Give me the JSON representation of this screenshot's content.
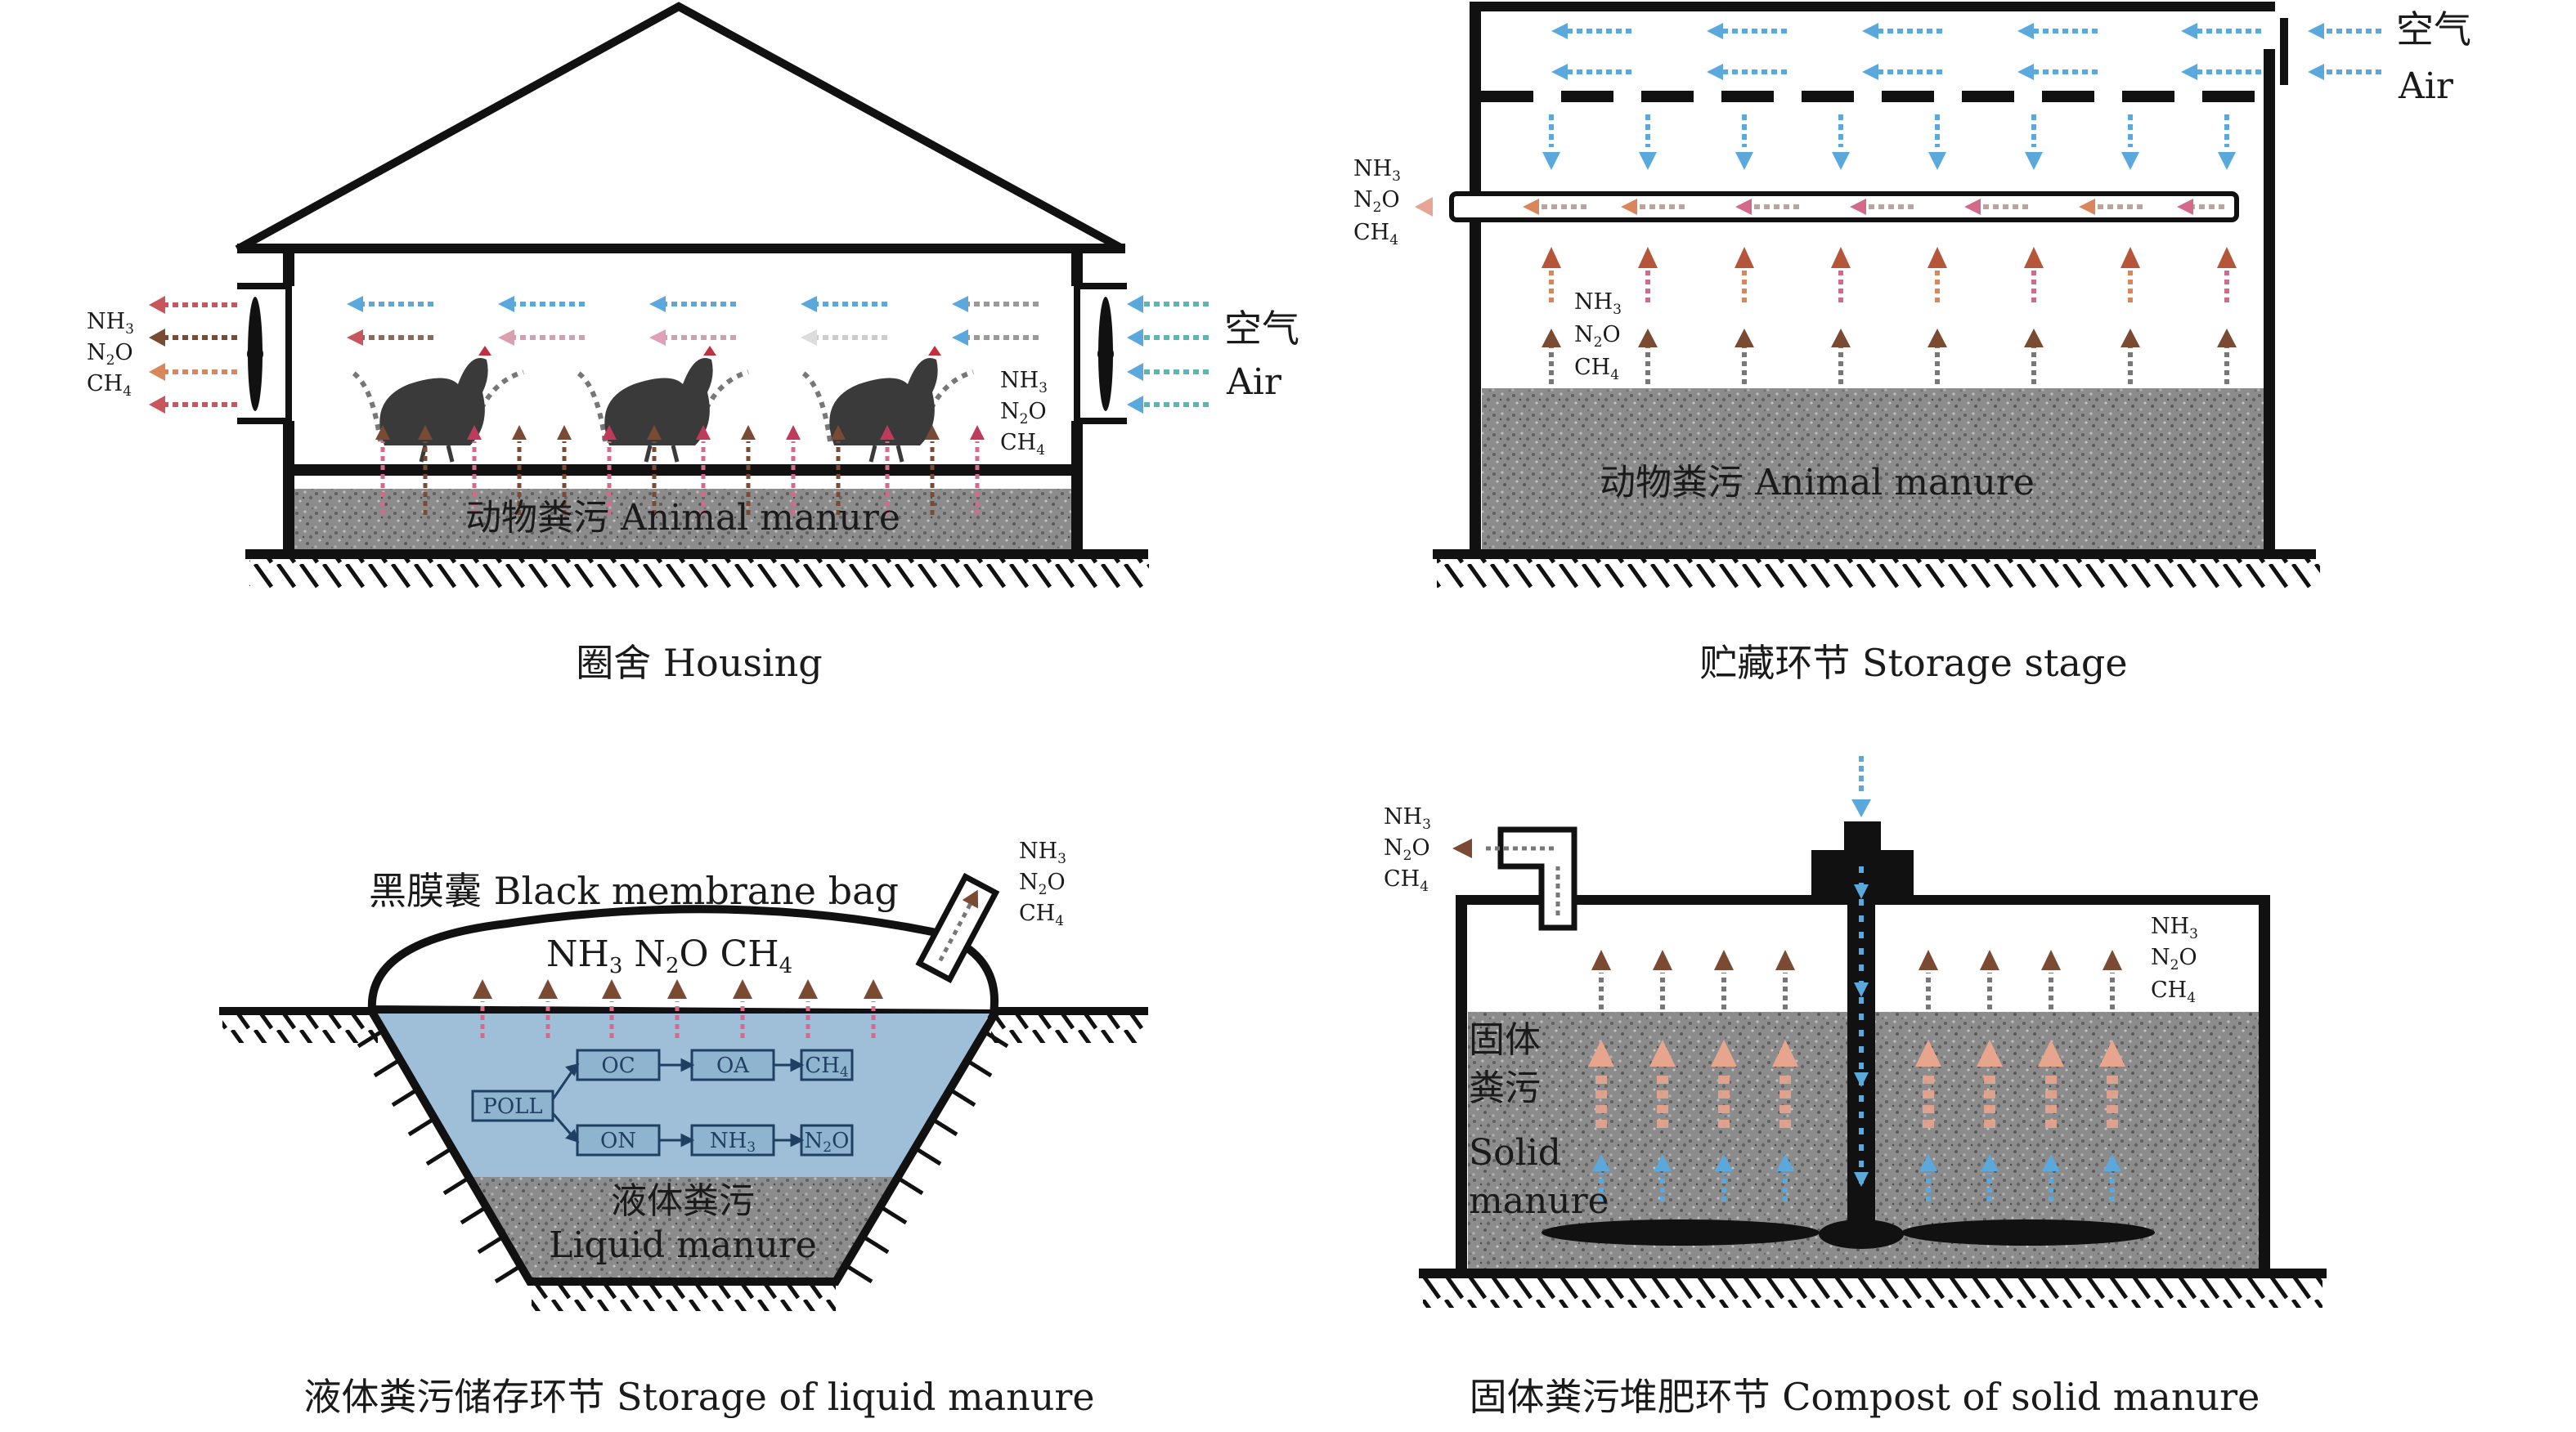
{
  "colors": {
    "air": "#5aa8dc",
    "air_teal": "#59b8b4",
    "gas_brown": "#7a4a32",
    "gas_pink": "#d46a8a",
    "gas_orange": "#d9875a",
    "manure_gray": "#8a8a8a",
    "liquid_blue": "#9fbfd9",
    "hen": "#3a3a3a"
  },
  "panels": {
    "housing": {
      "caption": "圈舍 Housing",
      "manure_label": "动物粪污 Animal manure",
      "air_label_zh": "空气",
      "air_label_en": "Air",
      "gas_left": [
        "NH3",
        "N2O",
        "CH4"
      ],
      "gas_right": [
        "NH3",
        "N2O",
        "CH4"
      ]
    },
    "storage": {
      "caption": "贮藏环节 Storage stage",
      "manure_label": "动物粪污 Animal manure",
      "air_label_zh": "空气",
      "air_label_en": "Air",
      "gas_outlet": [
        "NH3",
        "N2O",
        "CH4"
      ],
      "gas_inner": [
        "NH3",
        "N2O",
        "CH4"
      ]
    },
    "liquid": {
      "caption": "液体粪污储存环节 Storage of liquid manure",
      "bag_label": "黑膜囊 Black membrane bag",
      "gas_inline": "NH3 N2O CH4",
      "gas_outlet": [
        "NH3",
        "N2O",
        "CH4"
      ],
      "manure_label_zh": "液体粪污",
      "manure_label_en": "Liquid manure",
      "pathway": {
        "source": "POLL",
        "carbon": [
          "OC",
          "OA",
          "CH4"
        ],
        "nitrogen": [
          "ON",
          "NH3",
          "N2O"
        ]
      }
    },
    "compost": {
      "caption": "固体粪污堆肥环节 Compost of solid manure",
      "manure_label": [
        "固体",
        "粪污",
        "Solid",
        "manure"
      ],
      "gas_outlet": [
        "NH3",
        "N2O",
        "CH4"
      ],
      "gas_right": [
        "NH3",
        "N2O",
        "CH4"
      ]
    }
  }
}
